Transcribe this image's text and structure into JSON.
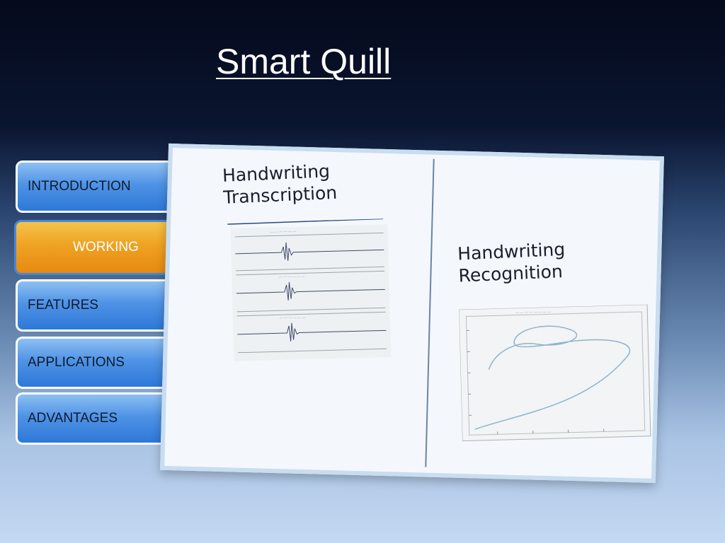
{
  "slide": {
    "title": "Smart Quill"
  },
  "nav": {
    "items": [
      {
        "label": "INTRODUCTION",
        "active": false
      },
      {
        "label": "WORKING",
        "active": true
      },
      {
        "label": "FEATURES",
        "active": false
      },
      {
        "label": "APPLICATIONS",
        "active": false
      },
      {
        "label": "ADVANTAGES",
        "active": false
      }
    ],
    "active_color": "#f0a224",
    "inactive_color": "#4f93e6"
  },
  "content": {
    "left_heading_line1": "Handwriting",
    "left_heading_line2": "Transcription",
    "right_heading_line1": "Handwriting",
    "right_heading_line2": "Recognition",
    "left_figure_icon": "waveform-plots-image",
    "right_figure_icon": "pen-trajectory-plot-image"
  }
}
